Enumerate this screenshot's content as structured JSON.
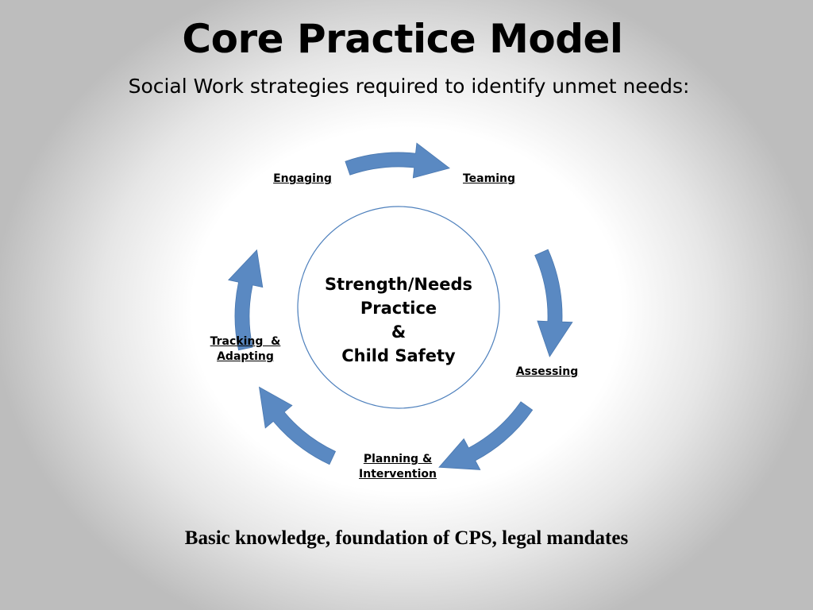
{
  "title": "Core Practice Model",
  "subtitle": "Social Work strategies required to identify unmet needs:",
  "diagram": {
    "center": {
      "line1": "Strength/Needs",
      "line2": "Practice",
      "line3": "&",
      "line4": "Child Safety"
    },
    "stages": [
      {
        "label_line1": "Engaging",
        "label_line2": ""
      },
      {
        "label_line1": "Teaming",
        "label_line2": ""
      },
      {
        "label_line1": "Assessing",
        "label_line2": ""
      },
      {
        "label_line1": "Planning &",
        "label_line2": "Intervention"
      },
      {
        "label_line1": "Tracking  &",
        "label_line2": "Adapting"
      }
    ],
    "arrow_color": "#5a89c2",
    "circle_stroke_color": "#4f81bd"
  },
  "footer": "Basic knowledge, foundation of CPS, legal mandates"
}
